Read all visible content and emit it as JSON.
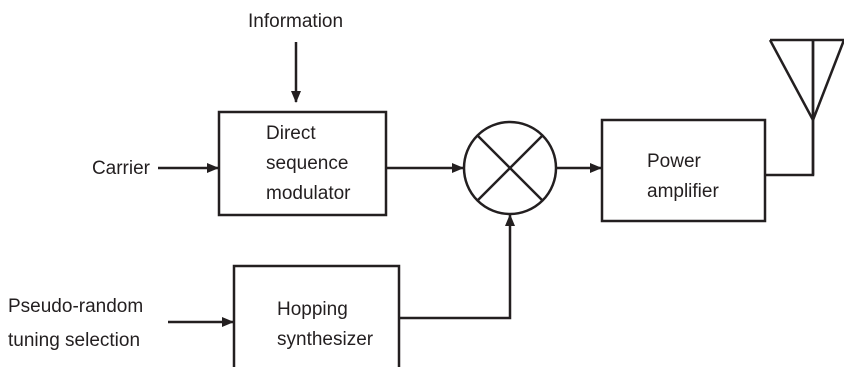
{
  "inputs": {
    "information": "Information",
    "carrier": "Carrier",
    "tuning_line1": "Pseudo-random",
    "tuning_line2": "tuning selection"
  },
  "blocks": {
    "modulator": [
      "Direct",
      "sequence",
      "modulator"
    ],
    "synthesizer": [
      "Hopping",
      "synthesizer"
    ],
    "amplifier": [
      "Power",
      "amplifier"
    ]
  },
  "icons": {
    "mixer": "mixer-icon",
    "antenna": "antenna-icon"
  },
  "colors": {
    "line": "#231f20",
    "background": "#ffffff"
  }
}
